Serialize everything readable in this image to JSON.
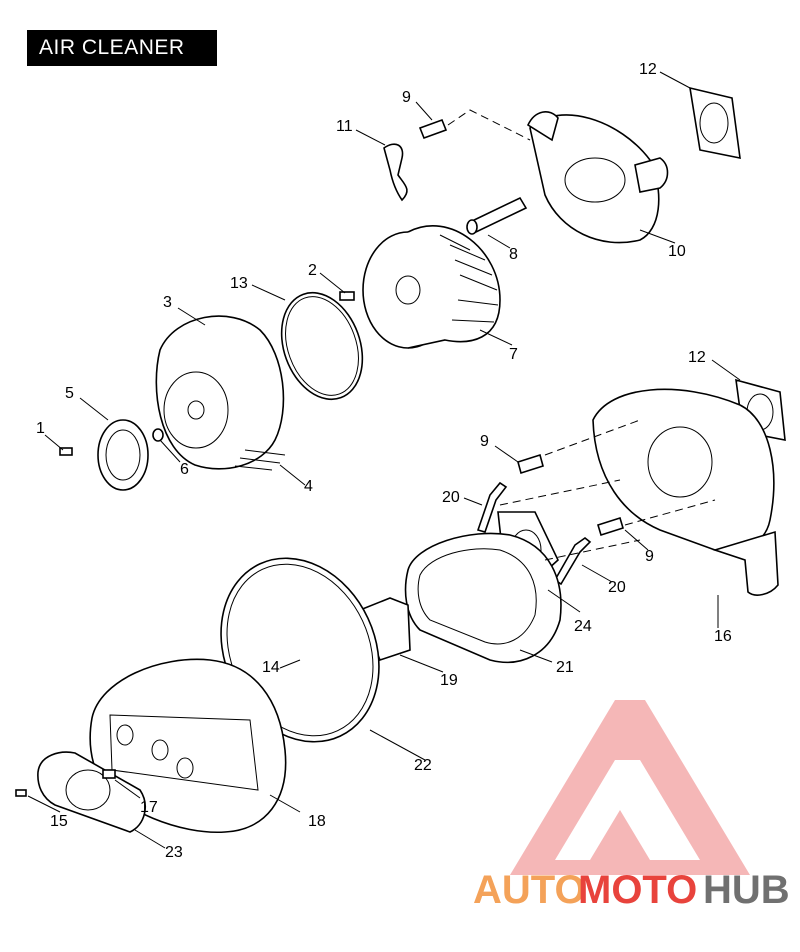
{
  "title": "AIR CLEANER",
  "callouts": {
    "n1": "1",
    "n2": "2",
    "n3": "3",
    "n4": "4",
    "n5": "5",
    "n6": "6",
    "n7": "7",
    "n8": "8",
    "n9a": "9",
    "n9b": "9",
    "n9c": "9",
    "n10": "10",
    "n11": "11",
    "n12a": "12",
    "n12b": "12",
    "n13": "13",
    "n14": "14",
    "n15": "15",
    "n16": "16",
    "n17": "17",
    "n18": "18",
    "n19": "19",
    "n20a": "20",
    "n20b": "20",
    "n21": "21",
    "n22": "22",
    "n23": "23",
    "n24": "24"
  },
  "watermark": {
    "part1": "AUTO",
    "part2": "MOTO",
    "part3": "HUB",
    "color_primary": "#f4a259",
    "color_secondary": "#e8433c",
    "color_tertiary": "#707070",
    "logo_color": "#f2a3a3"
  }
}
